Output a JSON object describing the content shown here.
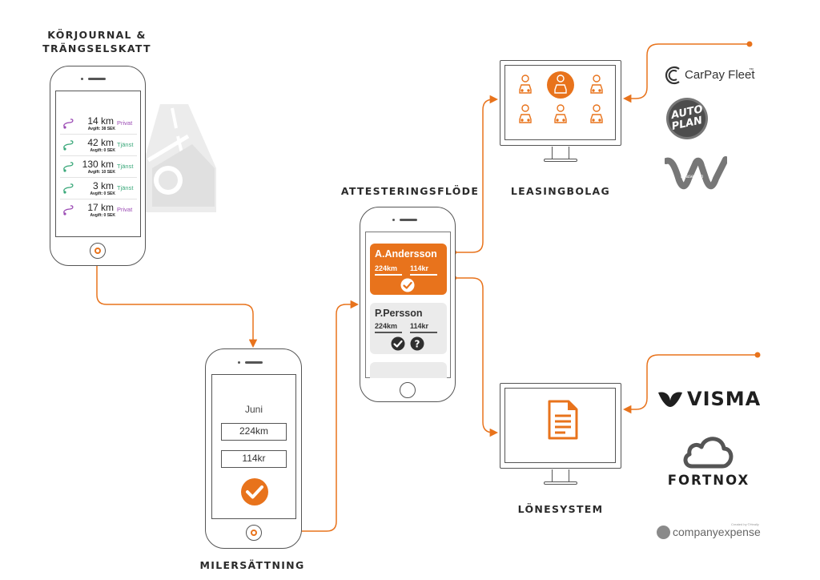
{
  "sections": {
    "korjournal": "KÖRJOURNAL &\nTRÄNGSELSKATT",
    "milersattning": "MILERSÄTTNING",
    "attestering": "ATTESTERINGSFLÖDE",
    "leasingbolag": "LEASINGBOLAG",
    "lonesystem": "LÖNESYSTEM"
  },
  "trips": [
    {
      "km": "14 km",
      "fee": "Avgift: 38 SEK",
      "type": "Privat",
      "color": "#9b4bb4"
    },
    {
      "km": "42 km",
      "fee": "Avgift: 0 SEK",
      "type": "Tjänst",
      "color": "#3aa87a"
    },
    {
      "km": "130 km",
      "fee": "Avgift: 10 SEK",
      "type": "Tjänst",
      "color": "#3aa87a"
    },
    {
      "km": "3 km",
      "fee": "Avgift: 0 SEK",
      "type": "Tjänst",
      "color": "#3aa87a"
    },
    {
      "km": "17 km",
      "fee": "Avgift: 0 SEK",
      "type": "Privat",
      "color": "#9b4bb4"
    }
  ],
  "mileage": {
    "month": "Juni",
    "distance": "224km",
    "amount": "114kr"
  },
  "approvals": [
    {
      "name": "A.Andersson",
      "distance": "224km",
      "amount": "114kr",
      "status": "approved"
    },
    {
      "name": "P.Persson",
      "distance": "224km",
      "amount": "114kr",
      "status": "pending"
    }
  ],
  "logos": {
    "carpay": "CarPay Fleet",
    "carpay_tm": "™",
    "autoplan_top": "AUTO",
    "autoplan_bottom": "PLAN",
    "leaseplan": "LeasePlan",
    "visma": "VISMA",
    "fortnox": "FORTNOX",
    "companyexpense": "companyexpense",
    "companyexpense_small": "Created by ©Heally"
  },
  "colors": {
    "accent": "#e8731c",
    "line": "#555555",
    "card_grey": "#ebebeb",
    "privat": "#9b4bb4",
    "tjanst": "#3aa87a"
  }
}
